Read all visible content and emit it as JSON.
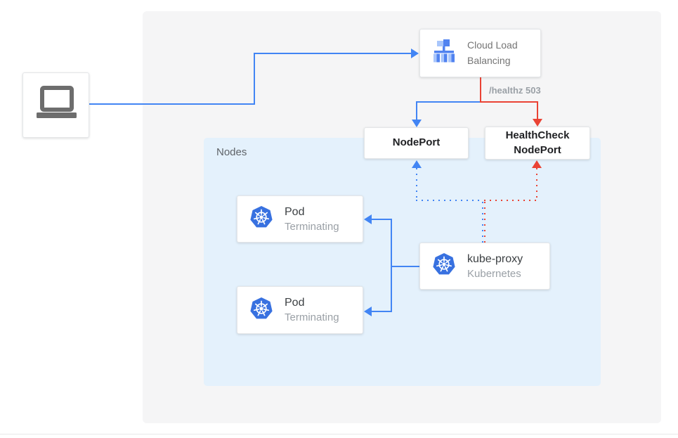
{
  "diagram": {
    "nodes_panel_label": "Nodes",
    "cloud_load_balancing": {
      "label": "Cloud Load Balancing"
    },
    "healthz_label": "/healthz 503",
    "nodeport": {
      "label": "NodePort"
    },
    "healthcheck_nodeport": {
      "label": "HealthCheck NodePort"
    },
    "kube_proxy": {
      "title": "kube-proxy",
      "subtitle": "Kubernetes"
    },
    "pods": [
      {
        "title": "Pod",
        "subtitle": "Terminating"
      },
      {
        "title": "Pod",
        "subtitle": "Terminating"
      }
    ],
    "icons": [
      "laptop-icon",
      "cloud-load-balancing-icon",
      "kubernetes-icon"
    ],
    "colors": {
      "traffic_blue": "#4285f4",
      "healthcheck_red": "#ea4335",
      "outer_panel_bg": "#f5f5f6",
      "nodes_panel_bg": "#e4f1fc"
    }
  }
}
